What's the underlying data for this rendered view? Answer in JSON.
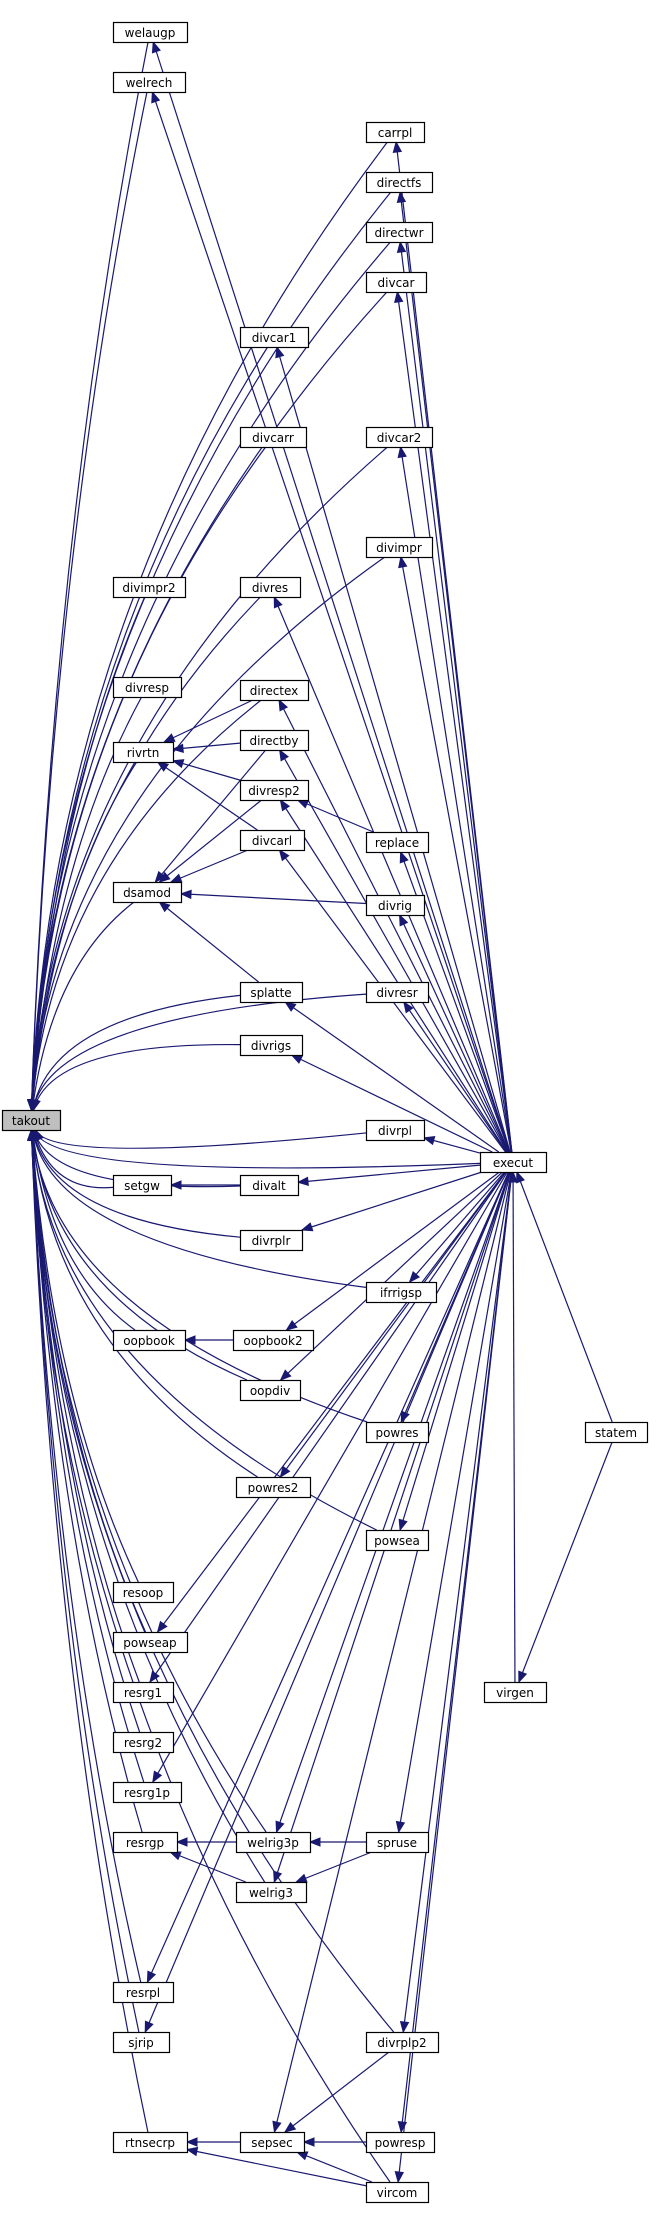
{
  "graph": {
    "edge_color": "#191970",
    "root_fill": "#bfbfbf",
    "root": "takout",
    "nodes": [
      {
        "id": "welaugp",
        "label": "welaugp"
      },
      {
        "id": "welrech",
        "label": "welrech"
      },
      {
        "id": "carrpl",
        "label": "carrpl"
      },
      {
        "id": "directfs",
        "label": "directfs"
      },
      {
        "id": "directwr",
        "label": "directwr"
      },
      {
        "id": "divcar",
        "label": "divcar"
      },
      {
        "id": "divcar1",
        "label": "divcar1"
      },
      {
        "id": "divcarr",
        "label": "divcarr"
      },
      {
        "id": "divcar2",
        "label": "divcar2"
      },
      {
        "id": "divimpr",
        "label": "divimpr"
      },
      {
        "id": "divimpr2",
        "label": "divimpr2"
      },
      {
        "id": "divres",
        "label": "divres"
      },
      {
        "id": "divresp",
        "label": "divresp"
      },
      {
        "id": "directex",
        "label": "directex"
      },
      {
        "id": "directby",
        "label": "directby"
      },
      {
        "id": "rivrtn",
        "label": "rivrtn"
      },
      {
        "id": "divresp2",
        "label": "divresp2"
      },
      {
        "id": "divcarl",
        "label": "divcarl"
      },
      {
        "id": "replace",
        "label": "replace"
      },
      {
        "id": "dsamod",
        "label": "dsamod"
      },
      {
        "id": "divrig",
        "label": "divrig"
      },
      {
        "id": "splatte",
        "label": "splatte"
      },
      {
        "id": "divresr",
        "label": "divresr"
      },
      {
        "id": "divrigs",
        "label": "divrigs"
      },
      {
        "id": "takout",
        "label": "takout"
      },
      {
        "id": "divrpl",
        "label": "divrpl"
      },
      {
        "id": "execut",
        "label": "execut"
      },
      {
        "id": "setgw",
        "label": "setgw"
      },
      {
        "id": "divalt",
        "label": "divalt"
      },
      {
        "id": "divrplr",
        "label": "divrplr"
      },
      {
        "id": "ifrrigsp",
        "label": "ifrrigsp"
      },
      {
        "id": "oopbook",
        "label": "oopbook"
      },
      {
        "id": "oopbook2",
        "label": "oopbook2"
      },
      {
        "id": "oopdiv",
        "label": "oopdiv"
      },
      {
        "id": "powres",
        "label": "powres"
      },
      {
        "id": "statem",
        "label": "statem"
      },
      {
        "id": "powres2",
        "label": "powres2"
      },
      {
        "id": "powsea",
        "label": "powsea"
      },
      {
        "id": "resoop",
        "label": "resoop"
      },
      {
        "id": "powseap",
        "label": "powseap"
      },
      {
        "id": "resrg1",
        "label": "resrg1"
      },
      {
        "id": "virgen",
        "label": "virgen"
      },
      {
        "id": "resrg2",
        "label": "resrg2"
      },
      {
        "id": "resrg1p",
        "label": "resrg1p"
      },
      {
        "id": "resrgp",
        "label": "resrgp"
      },
      {
        "id": "welrig3p",
        "label": "welrig3p"
      },
      {
        "id": "spruse",
        "label": "spruse"
      },
      {
        "id": "welrig3",
        "label": "welrig3"
      },
      {
        "id": "resrpl",
        "label": "resrpl"
      },
      {
        "id": "sjrip",
        "label": "sjrip"
      },
      {
        "id": "divrplp2",
        "label": "divrplp2"
      },
      {
        "id": "rtnsecrp",
        "label": "rtnsecrp"
      },
      {
        "id": "sepsec",
        "label": "sepsec"
      },
      {
        "id": "powresp",
        "label": "powresp"
      },
      {
        "id": "vircom",
        "label": "vircom"
      }
    ],
    "edges": [
      [
        "welaugp",
        "takout"
      ],
      [
        "welrech",
        "takout"
      ],
      [
        "carrpl",
        "takout"
      ],
      [
        "directfs",
        "takout"
      ],
      [
        "directwr",
        "takout"
      ],
      [
        "divcar",
        "takout"
      ],
      [
        "divcar1",
        "takout"
      ],
      [
        "divcarr",
        "takout"
      ],
      [
        "divcar2",
        "takout"
      ],
      [
        "divimpr",
        "takout"
      ],
      [
        "divimpr2",
        "takout"
      ],
      [
        "divres",
        "takout"
      ],
      [
        "divresp",
        "takout"
      ],
      [
        "directex",
        "takout"
      ],
      [
        "rivrtn",
        "takout"
      ],
      [
        "dsamod",
        "takout"
      ],
      [
        "splatte",
        "takout"
      ],
      [
        "divresr",
        "takout"
      ],
      [
        "divrigs",
        "takout"
      ],
      [
        "divrpl",
        "takout"
      ],
      [
        "setgw",
        "takout"
      ],
      [
        "divalt",
        "takout"
      ],
      [
        "divrplr",
        "takout"
      ],
      [
        "ifrrigsp",
        "takout"
      ],
      [
        "oopbook",
        "takout"
      ],
      [
        "oopdiv",
        "takout"
      ],
      [
        "powres",
        "takout"
      ],
      [
        "powres2",
        "takout"
      ],
      [
        "powsea",
        "takout"
      ],
      [
        "resoop",
        "takout"
      ],
      [
        "powseap",
        "takout"
      ],
      [
        "resrg1",
        "takout"
      ],
      [
        "resrg2",
        "takout"
      ],
      [
        "resrg1p",
        "takout"
      ],
      [
        "resrgp",
        "takout"
      ],
      [
        "welrig3p",
        "takout"
      ],
      [
        "welrig3",
        "takout"
      ],
      [
        "resrpl",
        "takout"
      ],
      [
        "sjrip",
        "takout"
      ],
      [
        "divrplp2",
        "takout"
      ],
      [
        "rtnsecrp",
        "takout"
      ],
      [
        "vircom",
        "takout"
      ],
      [
        "execut",
        "takout"
      ],
      [
        "directex",
        "rivrtn"
      ],
      [
        "directby",
        "rivrtn"
      ],
      [
        "divresp2",
        "rivrtn"
      ],
      [
        "divcarl",
        "rivrtn"
      ],
      [
        "directby",
        "dsamod"
      ],
      [
        "divresp2",
        "dsamod"
      ],
      [
        "divcarl",
        "dsamod"
      ],
      [
        "divrig",
        "dsamod"
      ],
      [
        "splatte",
        "dsamod"
      ],
      [
        "replace",
        "divresp2"
      ],
      [
        "divalt",
        "setgw"
      ],
      [
        "oopbook2",
        "oopbook"
      ],
      [
        "execut",
        "welaugp"
      ],
      [
        "execut",
        "welrech"
      ],
      [
        "execut",
        "carrpl"
      ],
      [
        "execut",
        "directfs"
      ],
      [
        "execut",
        "directwr"
      ],
      [
        "execut",
        "divcar"
      ],
      [
        "execut",
        "divcar1"
      ],
      [
        "execut",
        "divcar2"
      ],
      [
        "execut",
        "divimpr"
      ],
      [
        "execut",
        "divres"
      ],
      [
        "execut",
        "directex"
      ],
      [
        "execut",
        "directby"
      ],
      [
        "execut",
        "divresp2"
      ],
      [
        "execut",
        "divcarl"
      ],
      [
        "execut",
        "replace"
      ],
      [
        "execut",
        "divrig"
      ],
      [
        "execut",
        "splatte"
      ],
      [
        "execut",
        "divresr"
      ],
      [
        "execut",
        "divrigs"
      ],
      [
        "execut",
        "divrpl"
      ],
      [
        "execut",
        "divalt"
      ],
      [
        "execut",
        "divrplr"
      ],
      [
        "execut",
        "ifrrigsp"
      ],
      [
        "execut",
        "oopbook2"
      ],
      [
        "execut",
        "oopdiv"
      ],
      [
        "execut",
        "powres"
      ],
      [
        "execut",
        "powres2"
      ],
      [
        "execut",
        "powsea"
      ],
      [
        "execut",
        "powseap"
      ],
      [
        "execut",
        "resrg1"
      ],
      [
        "execut",
        "resrg1p"
      ],
      [
        "execut",
        "welrig3p"
      ],
      [
        "execut",
        "spruse"
      ],
      [
        "execut",
        "welrig3"
      ],
      [
        "execut",
        "resrpl"
      ],
      [
        "execut",
        "sjrip"
      ],
      [
        "execut",
        "divrplp2"
      ],
      [
        "execut",
        "sepsec"
      ],
      [
        "execut",
        "powresp"
      ],
      [
        "execut",
        "vircom"
      ],
      [
        "statem",
        "execut"
      ],
      [
        "virgen",
        "execut"
      ],
      [
        "statem",
        "virgen"
      ],
      [
        "spruse",
        "welrig3p"
      ],
      [
        "spruse",
        "welrig3"
      ],
      [
        "divrplp2",
        "sepsec"
      ],
      [
        "powresp",
        "sepsec"
      ],
      [
        "sepsec",
        "rtnsecrp"
      ],
      [
        "vircom",
        "rtnsecrp"
      ],
      [
        "vircom",
        "sepsec"
      ],
      [
        "welrig3",
        "resrgp"
      ],
      [
        "welrig3p",
        "resrgp"
      ]
    ]
  }
}
